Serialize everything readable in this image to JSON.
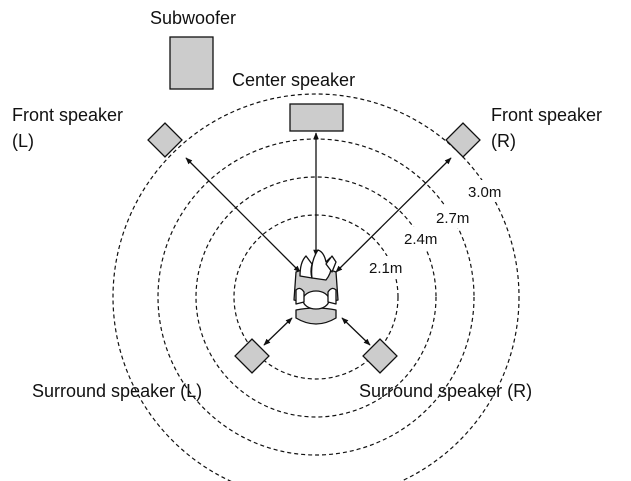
{
  "labels": {
    "subwoofer": "Subwoofer",
    "center": "Center speaker",
    "front_left_line1": "Front speaker",
    "front_left_line2": "(L)",
    "front_right_line1": "Front speaker",
    "front_right_line2": "(R)",
    "surround_left": "Surround speaker (L)",
    "surround_right": "Surround speaker (R)"
  },
  "distances": [
    "2.1m",
    "2.4m",
    "2.7m",
    "3.0m"
  ],
  "colors": {
    "speaker_fill": "#cccccc",
    "line": "#111111"
  },
  "icons": {
    "listener": "listener-seated-person-icon",
    "speaker": "speaker-box-icon"
  }
}
